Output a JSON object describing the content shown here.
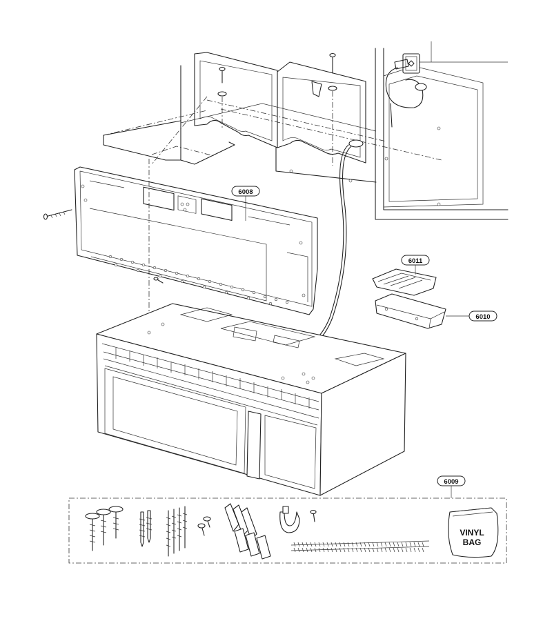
{
  "callouts": {
    "mounting_plate": "6008",
    "hardware_kit": "6009",
    "exhaust_adaptor": "6010",
    "damper": "6011"
  },
  "vinyl_bag": {
    "line1": "VINYL",
    "line2": "BAG"
  }
}
